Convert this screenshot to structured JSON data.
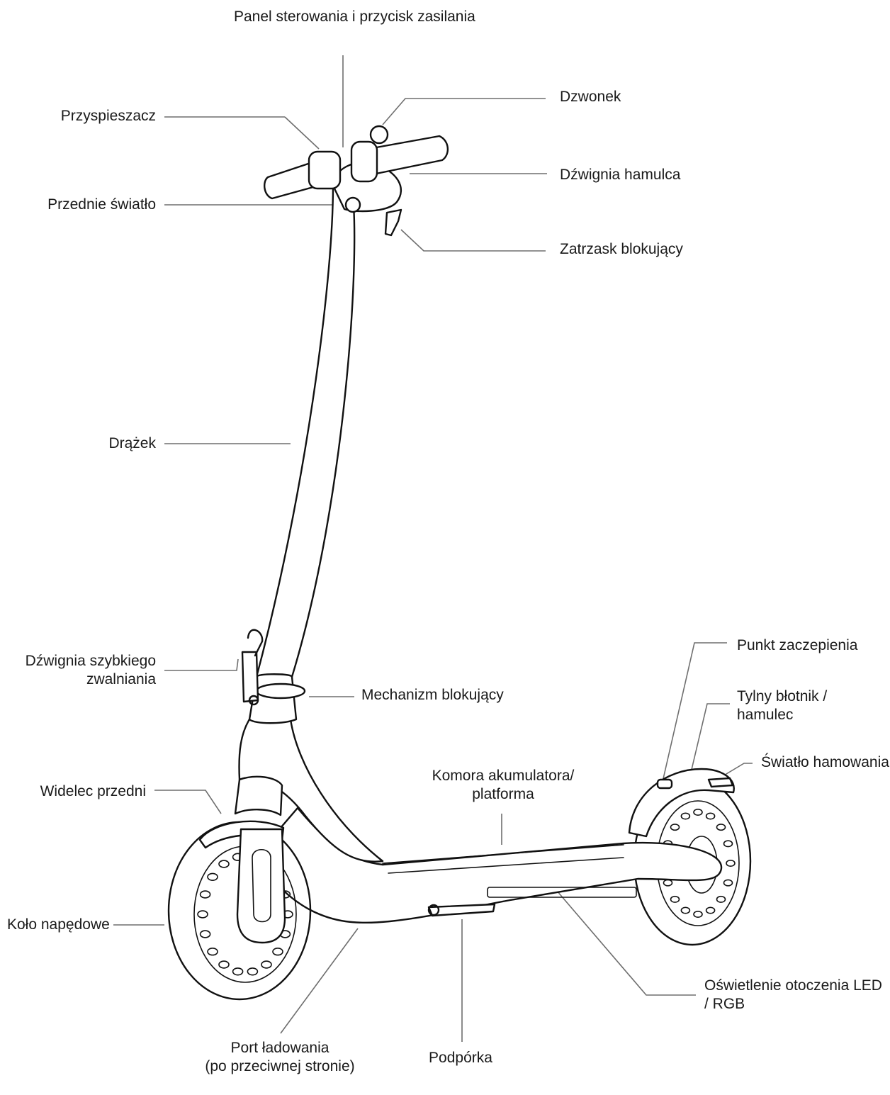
{
  "labels": {
    "panel": "Panel sterowania i przycisk zasilania",
    "accelerator": "Przyspieszacz",
    "bell": "Dzwonek",
    "brake_lever": "Dźwignia hamulca",
    "front_light": "Przednie światło",
    "latch": "Zatrzask blokujący",
    "stem": "Drążek",
    "quick_release": [
      "Dźwignia szybkiego",
      "zwalniania"
    ],
    "lock_mechanism": "Mechanizm blokujący",
    "hook_point": "Punkt zaczepienia",
    "rear_fender": [
      "Tylny błotnik /",
      "hamulec"
    ],
    "brake_light": "Światło hamowania",
    "battery": [
      "Komora akumulatora/",
      "platforma"
    ],
    "front_fork": "Widelec przedni",
    "drive_wheel": "Koło napędowe",
    "led": [
      "Oświetlenie otoczenia LED",
      "/ RGB"
    ],
    "charging_port": [
      "Port ładowania",
      "(po przeciwnej stronie)"
    ],
    "kickstand": "Podpórka"
  }
}
